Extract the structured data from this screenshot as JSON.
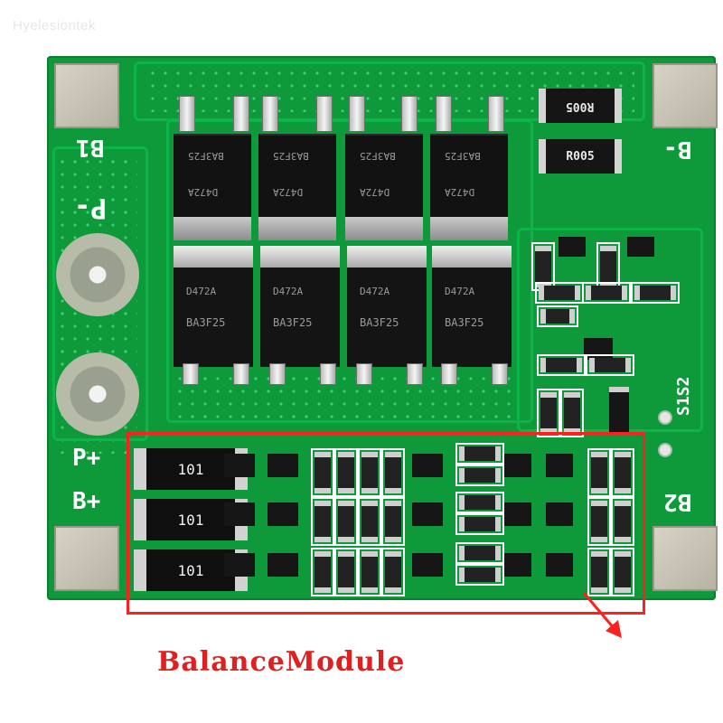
{
  "watermark": "Hyelesiontek",
  "labels": {
    "b1": "B1",
    "p_minus": "P-",
    "p_plus": "P+",
    "b_plus": "B+",
    "b_minus": "B-",
    "b2": "B2",
    "s1s2": "S1S2"
  },
  "components": {
    "mosfet_top_marking": "BA3F25",
    "mosfet_top_code": "D472A",
    "mosfet_bottom_code": "D472A",
    "mosfet_bottom_marking": "BA3F25",
    "shunt_top": "R005",
    "shunt_bottom": "R005",
    "balance_resistor": "101"
  },
  "annotation": {
    "caption": "BalanceModule",
    "box_color": "#ff1f1f"
  },
  "colors": {
    "pcb": "#0e9a3a",
    "annotation": "#e0201e"
  }
}
